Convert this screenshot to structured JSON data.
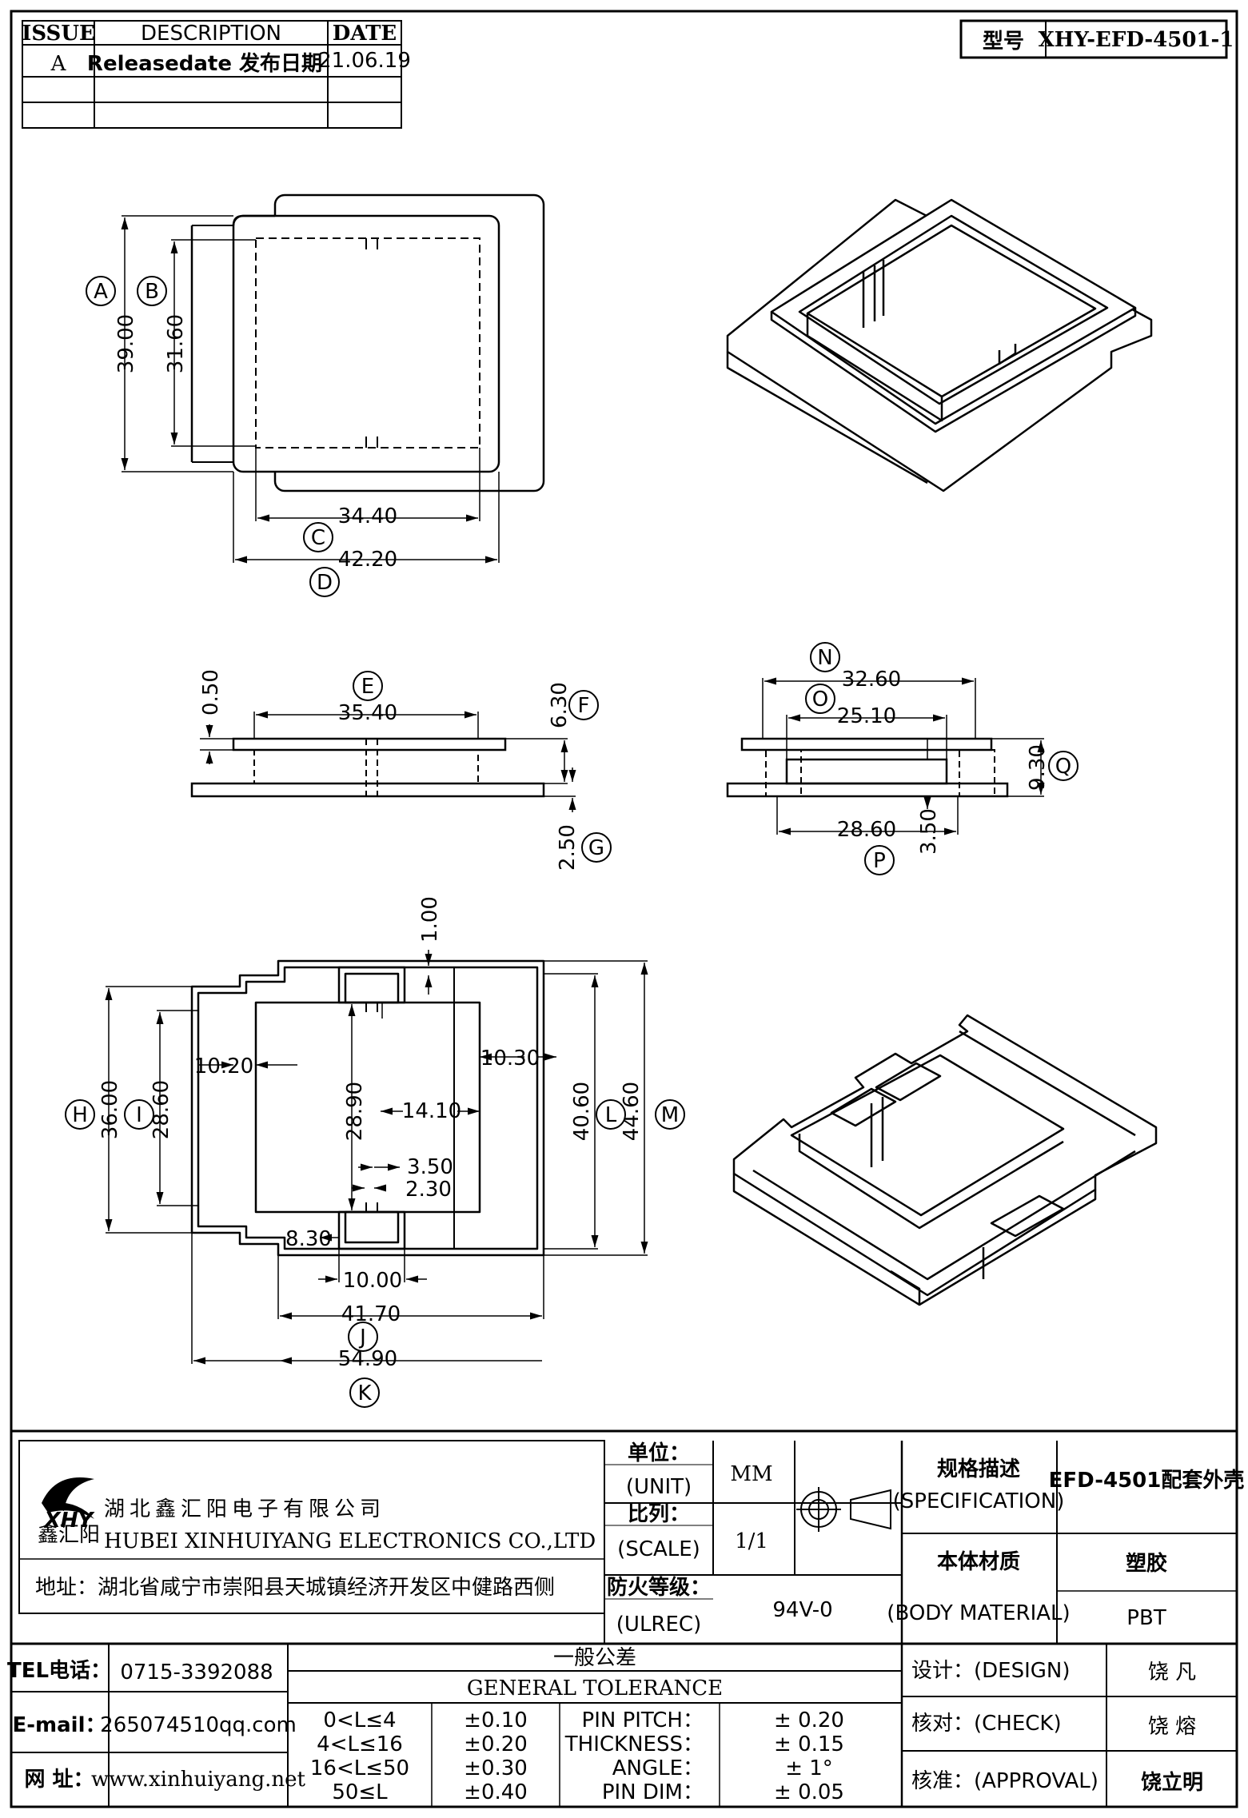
{
  "revision_table": {
    "headers": {
      "issue": "ISSUE",
      "description": "DESCRIPTION",
      "date": "DATE"
    },
    "rows": [
      {
        "issue": "A",
        "description": "Releasedate 发布日期",
        "date": "21.06.19"
      }
    ]
  },
  "model": {
    "label": "型号",
    "value": "XHY-EFD-4501-1"
  },
  "dimensions": {
    "top_view": {
      "A": "39.00",
      "B": "31.60",
      "C": "34.40",
      "D": "42.20"
    },
    "front_view": {
      "E": "35.40",
      "F": "6.30",
      "G": "2.50",
      "thin": "0.50"
    },
    "side_view": {
      "N": "32.60",
      "O": "25.10",
      "P": "28.60",
      "Q": "9.30",
      "height": "3.50"
    },
    "bottom_view": {
      "H": "36.00",
      "I": "28.60",
      "J": "41.70",
      "K": "54.90",
      "L": "40.60",
      "M": "44.60",
      "top_slot": "1.00",
      "left_gap": "10.20",
      "right_gap": "10.30",
      "inner_h": "28.90",
      "center_w": "14.10",
      "pin_a": "3.50",
      "pin_b": "2.30",
      "corner": "8.30",
      "bottom_gap": "10.00"
    }
  },
  "callouts": [
    "A",
    "B",
    "C",
    "D",
    "E",
    "F",
    "G",
    "H",
    "I",
    "J",
    "K",
    "L",
    "M",
    "N",
    "O",
    "P",
    "Q"
  ],
  "company": {
    "name_cn": "湖北鑫汇阳电子有限公司",
    "name_en": "HUBEI XINHUIYANG ELECTRONICS CO.,LTD",
    "address": "地址：湖北省咸宁市崇阳县天城镇经济开发区中健路西侧",
    "logo_text": "XHY",
    "logo_sub": "鑫汇阳"
  },
  "title_block": {
    "unit_cn": "单位：",
    "unit_en": "(UNIT)",
    "unit_value": "MM",
    "scale_cn": "比列：",
    "scale_en": "(SCALE)",
    "scale_value": "1/1",
    "ul_cn": "防火等级：",
    "ul_en": "(ULREC)",
    "ul_value": "94V-0",
    "spec_cn": "规格描述",
    "spec_en": "(SPECIFICATION)",
    "spec_value": "EFD-4501配套外壳",
    "material_cn": "本体材质",
    "material_en": "(BODY MATERIAL)",
    "material_value_cn": "塑胶",
    "material_value_en": "PBT"
  },
  "contact": {
    "tel_label": "TEL电话：",
    "tel": "0715-3392088",
    "email_label": "E-mail：",
    "email": "265074510qq.com",
    "web_label": "网  址：",
    "web": "www.xinhuiyang.net"
  },
  "tolerance": {
    "title_cn": "一般公差",
    "title_en": "GENERAL TOLERANCE",
    "ranges": [
      {
        "range": "0<L≤4",
        "tol": "±0.10"
      },
      {
        "range": "4<L≤16",
        "tol": "±0.20"
      },
      {
        "range": "16<L≤50",
        "tol": "±0.30"
      },
      {
        "range": "50≤L",
        "tol": "±0.40"
      }
    ],
    "params": [
      {
        "name": "PIN PITCH：",
        "value": "±  0.20"
      },
      {
        "name": "THICKNESS：",
        "value": "±  0.15"
      },
      {
        "name": "ANGLE：",
        "value": "±  1°"
      },
      {
        "name": "PIN DIM：",
        "value": "±  0.05"
      }
    ]
  },
  "signatures": [
    {
      "label": "设计：(DESIGN)",
      "name": "饶  凡"
    },
    {
      "label": "核对：(CHECK)",
      "name": "饶  熔"
    },
    {
      "label": "核准：(APPROVAL)",
      "name": "饶立明"
    }
  ]
}
